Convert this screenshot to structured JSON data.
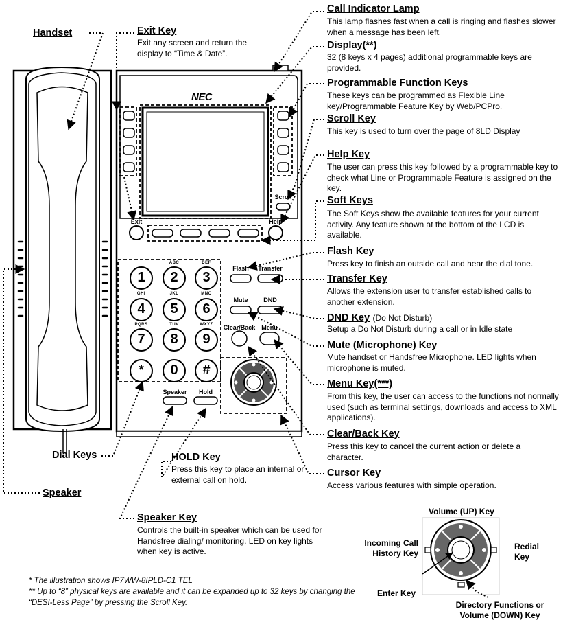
{
  "phone": {
    "brand": "NEC",
    "keys": {
      "exit": "Exit",
      "help": "Help",
      "scroll": "Scroll",
      "flash": "Flash",
      "transfer": "Transfer",
      "mute": "Mute",
      "dnd": "DND",
      "clear_back": "Clear/Back",
      "menu": "Menu",
      "speaker": "Speaker",
      "hold": "Hold"
    },
    "dial_letters": [
      "ABC",
      "DEF",
      "GHI",
      "JKL",
      "MNO",
      "PQRS",
      "TUV",
      "WXYZ"
    ],
    "dial_digits": [
      "1",
      "2",
      "3",
      "4",
      "5",
      "6",
      "7",
      "8",
      "9",
      "*",
      "0",
      "#"
    ]
  },
  "left_labels": {
    "handset": "Handset",
    "exit_key": {
      "title": "Exit Key",
      "desc": "Exit any screen and return the display to “Time & Date”."
    },
    "dial_keys": "Dial Keys",
    "speaker": "Speaker",
    "hold_key": {
      "title": "HOLD Key",
      "desc": "Press this key to place an internal or external call on hold."
    },
    "speaker_key": {
      "title": "Speaker Key",
      "desc": "Controls the built-in speaker which can be used for Handsfree dialing/ monitoring. LED on key lights when key is active."
    }
  },
  "callouts": [
    {
      "title": "Call Indicator Lamp",
      "note": "",
      "desc": "This lamp flashes fast when a call is ringing and flashes slower when a message has been left."
    },
    {
      "title": "Display(**)",
      "note": "",
      "desc": "32 (8 keys x 4 pages) additional programmable keys are provided."
    },
    {
      "title": "Programmable Function Keys",
      "note": "",
      "desc": "These keys can be programmed as Flexible Line key/Programmable Feature Key by Web/PCPro."
    },
    {
      "title": "Scroll Key",
      "note": "",
      "desc": "This key is used to turn over the page of 8LD Display"
    },
    {
      "title": "Help Key",
      "note": "",
      "desc": "The user can press this key followed by a programmable key to check what Line or Programmable Feature is assigned on the key."
    },
    {
      "title": "Soft Keys",
      "note": "",
      "desc": "The Soft Keys show the available features for your current activity. Any feature shown at the bottom of the LCD is available."
    },
    {
      "title": "Flash Key",
      "note": "",
      "desc": "Press key to finish an outside call and hear the dial tone."
    },
    {
      "title": "Transfer Key",
      "note": "",
      "desc": "Allows the extension user to transfer established calls to another extension."
    },
    {
      "title": "DND Key",
      "note": "(Do Not Disturb)",
      "desc": "Setup a Do Not Disturb during a call or in Idle state"
    },
    {
      "title": "Mute (Microphone) Key",
      "note": "",
      "desc": "Mute handset or Handsfree Microphone. LED lights when microphone is muted."
    },
    {
      "title": "Menu Key(***)",
      "note": "",
      "desc": "From this key, the user can access to the functions not normally used (such as terminal settings, downloads and access to XML applications)."
    },
    {
      "title": "Clear/Back Key",
      "note": "",
      "desc": "Press this key to cancel the current action or delete a character."
    },
    {
      "title": "Cursor Key",
      "note": "",
      "desc": "Access various features with simple operation."
    }
  ],
  "cursor_detail": {
    "volume_up": "Volume (UP) Key",
    "incoming": "Incoming Call History Key",
    "redial": "Redial Key",
    "enter": "Enter Key",
    "directory": "Directory Functions or Volume (DOWN) Key"
  },
  "footnotes": [
    "*    The illustration shows IP7WW-8IPLD-C1 TEL",
    "**    Up to “8” physical keys are available and it can be expanded up to 32 keys by changing the “DESI-Less Page” by pressing the Scroll Key."
  ]
}
